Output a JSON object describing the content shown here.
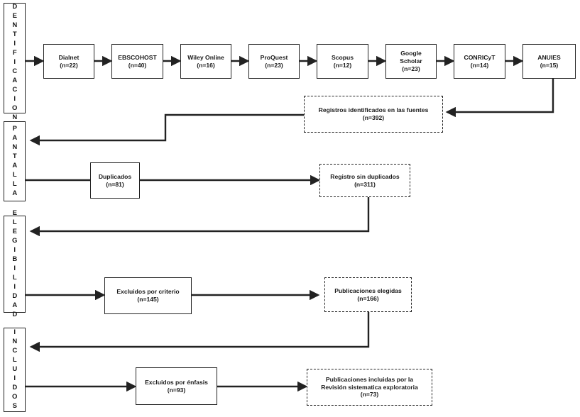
{
  "phases": {
    "identificacion": "IDENTIFICACION",
    "pantalla": "PANTALLA",
    "elegibilidad": "ELEGIBILIDAD",
    "incluidos": "INCLUIDOS"
  },
  "sources": [
    {
      "name": "Dialnet",
      "count": "(n=22)"
    },
    {
      "name": "EBSCOHOST",
      "count": "(n=40)"
    },
    {
      "name": "Wiley Online",
      "count": "(n=16)"
    },
    {
      "name": "ProQuest",
      "count": "(n=23)"
    },
    {
      "name": "Scopus",
      "count": "(n=12)"
    },
    {
      "name": "Google\nScholar",
      "count": "(n=23)"
    },
    {
      "name": "CONRICyT",
      "count": "(n=14)"
    },
    {
      "name": "ANUIES",
      "count": "(n=15)"
    }
  ],
  "registros": {
    "label": "Registros identificados en las fuentes",
    "count": "(n=392)"
  },
  "duplicados": {
    "label": "Duplicados",
    "count": "(n=81)"
  },
  "sin_duplicados": {
    "label": "Registro sin duplicados",
    "count": "(n=311)"
  },
  "excluidos_criterio": {
    "label": "Excluidos por criterio",
    "count": "(n=145)"
  },
  "elegidas": {
    "label": "Publicaciones elegidas",
    "count": "(n=166)"
  },
  "excluidos_enfasis": {
    "label": "Excluidos por énfasis",
    "count": "(n=93)"
  },
  "incluidas": {
    "label": "Publicaciones incluidas por la\nRevisión sistematica exploratoria",
    "count": "(n=73)"
  }
}
